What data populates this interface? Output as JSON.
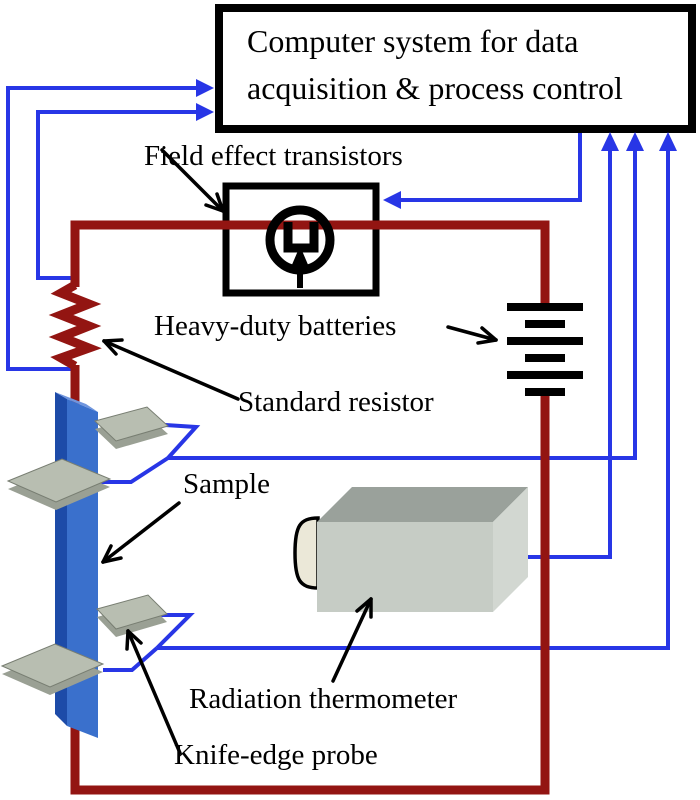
{
  "computer_box": {
    "line1": "Computer system for data",
    "line2": "acquisition & process control"
  },
  "labels": {
    "fet": "Field effect transistors",
    "batteries": "Heavy-duty batteries",
    "resistor": "Standard resistor",
    "sample": "Sample",
    "thermometer": "Radiation thermometer",
    "probe": "Knife-edge probe"
  },
  "icons": [
    "fet-symbol-icon",
    "battery-icon",
    "resistor-zigzag-icon",
    "sample-slab-icon",
    "knife-edge-probe-icon",
    "radiation-thermometer-icon"
  ],
  "colors": {
    "circuit-red": "#931512",
    "signal-blue": "#2836e6",
    "sample-blue": "#3a70cc",
    "sample-blue-dark": "#1d4ba8",
    "sample-blue-top": "#6f95de",
    "plate-top": "#b8beb1",
    "plate-side": "#9aa094",
    "thermo-front": "#c6ccc5",
    "thermo-top": "#9aa19b",
    "thermo-side": "#d2d7d1",
    "lens-cream": "#ebe8d8"
  }
}
